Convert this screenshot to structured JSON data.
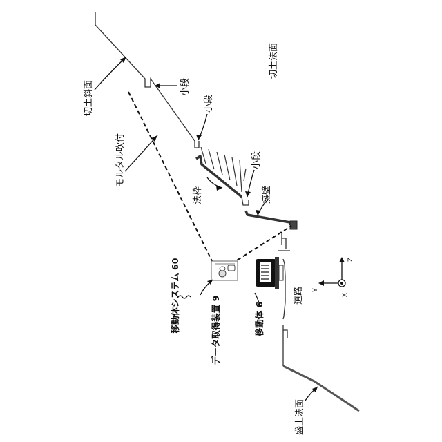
{
  "labels": {
    "cut_slope": "切土斜面",
    "cut_face": "切土法面",
    "small_step_1": "小段",
    "small_step_2": "小段",
    "small_step_3": "小段",
    "mortar_spray": "モルタル吹付",
    "slope_frame": "法枠",
    "retaining_wall": "擁壁",
    "road": "道路",
    "moving_body_system": "移動体システム 60",
    "data_acquisition_device": "データ取得装置 9",
    "moving_body": "移動体 6",
    "fill_slope": "盛土法面"
  },
  "axes": {
    "z": "Z",
    "y": "Y",
    "x": "X"
  }
}
